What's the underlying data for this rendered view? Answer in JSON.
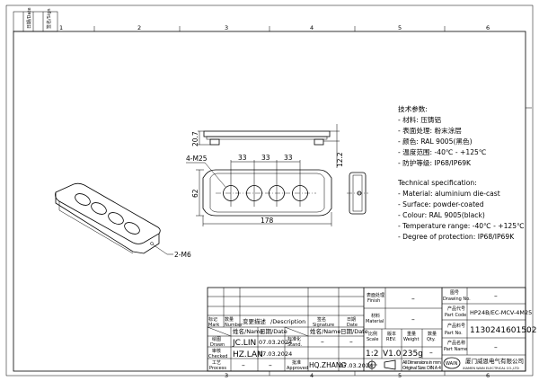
{
  "zones_top": [
    "1",
    "2",
    "3",
    "4",
    "5",
    "6"
  ],
  "zones_bottom": [
    "3",
    "4",
    "5",
    "6"
  ],
  "dimensions": {
    "length": "178",
    "width": "62",
    "pitch": "33",
    "height": "20.7",
    "thread_height": "12.2",
    "holes": "4-M25",
    "mounting": "2-M6"
  },
  "spec_cn": {
    "title": "技术参数:",
    "lines": [
      "- 材料: 压铸铝",
      "- 表面处理: 粉末涂层",
      "- 颜色: RAL 9005(黑色)",
      "- 温度范围: -40℃ - +125℃",
      "- 防护等级: IP68/IP69K"
    ]
  },
  "spec_en": {
    "title": "Technical specification:",
    "lines": [
      "- Material: aluminium die-cast",
      "- Surface: powder-coated",
      "- Colour: RAL 9005(black)",
      "- Temperature range: -40℃ - +125℃",
      "- Degree of protection: IP68/IP69K"
    ]
  },
  "title_block": {
    "mark_cn": "标记",
    "mark": "Mark",
    "number_cn": "数量",
    "number": "Number",
    "description_cn": "变更描述",
    "description": "/Description",
    "signature_cn": "签名",
    "signature": "Signature",
    "date_cn": "日期",
    "date": "Date",
    "name_hdr": "姓名/Name",
    "date_hdr": "日期/Date",
    "drawn_cn": "绘图",
    "drawn": "Drawn",
    "drawn_name": "JC.LIN",
    "drawn_date": "07.03.2024",
    "checked_cn": "审核",
    "checked": "Checked",
    "checked_name": "HZ.LAN",
    "checked_date": "07.03.2024",
    "process_cn": "工艺",
    "process": "Process",
    "process_name": "–",
    "process_date": "–",
    "stand_cn": "标准化",
    "stand": "Stand.",
    "stand_name": "–",
    "stand_date": "–",
    "approved_cn": "批准",
    "approved": "Approved",
    "approved_name": "HQ.ZHANG",
    "approved_date": "07.03.2024",
    "finish_cn": "表面处理",
    "finish": "Finish",
    "finish_val": "–",
    "material_cn": "材料",
    "material": "Material",
    "material_val": "–",
    "scale_cn": "比例",
    "scale": "Scale",
    "scale_val": "1:2",
    "rev_cn": "版本",
    "rev": "REV.",
    "rev_val": "V1.0",
    "weight_cn": "重量",
    "weight": "Weight",
    "weight_val": "235g",
    "qty_cn": "数量",
    "qty": "Qty.",
    "qty_val": "–",
    "dims_note1": "All Dimensions in mm",
    "dims_note2": "Original Size: DIN A 4",
    "drawing_no_cn": "图号",
    "drawing_no": "Drawing No.",
    "drawing_no_val": "–",
    "part_code_cn": "产品代号",
    "part_code": "Part Code",
    "part_code_val": "HP24B/EC-MCV-4M25",
    "part_no_cn": "产品料号",
    "part_no": "Part No.",
    "part_no_val": "1130241601502",
    "part_name_cn": "产品名称",
    "part_name": "Part Name",
    "part_name_val": "–",
    "company_cn": "厦门威恩电气有限公司",
    "company_en": "XIAMEN WAIN ELECTRICAL CO.,LTD",
    "logo": "WAIN"
  },
  "revision_strip": {
    "col1": "日期/Date",
    "col2": "签名/Sign"
  }
}
